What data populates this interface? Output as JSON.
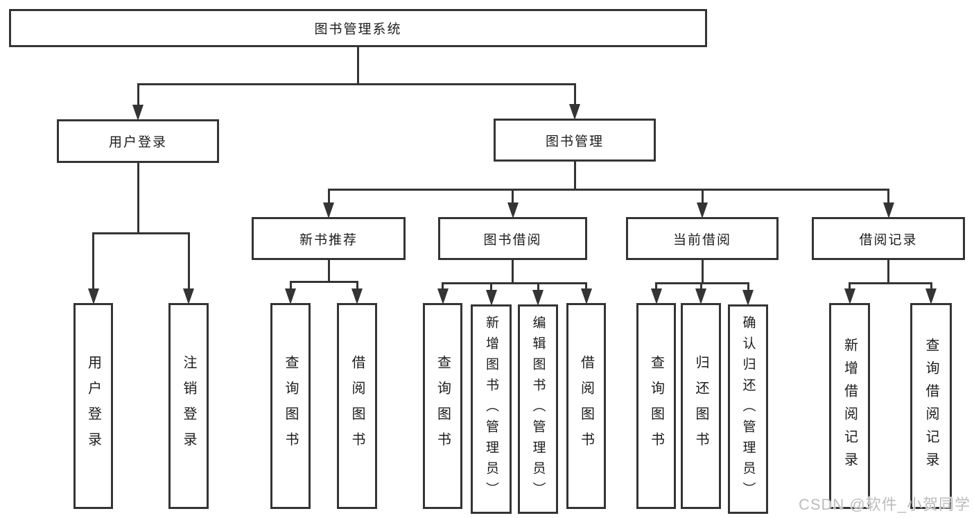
{
  "diagram": {
    "title": "图书管理系统",
    "colors": {
      "line": "#343434",
      "box_border": "#343434",
      "text": "#1c1c1c",
      "background": "#ffffff",
      "watermark": "#bcbcbc"
    },
    "nodes": [
      {
        "id": "root",
        "label": "图书管理系统",
        "parent": null,
        "orientation": "horizontal"
      },
      {
        "id": "user-login",
        "label": "用户登录",
        "parent": "root",
        "orientation": "horizontal"
      },
      {
        "id": "book-mgmt",
        "label": "图书管理",
        "parent": "root",
        "orientation": "horizontal"
      },
      {
        "id": "new-book-rec",
        "label": "新书推荐",
        "parent": "book-mgmt",
        "orientation": "horizontal"
      },
      {
        "id": "book-borrow",
        "label": "图书借阅",
        "parent": "book-mgmt",
        "orientation": "horizontal"
      },
      {
        "id": "current-borrow",
        "label": "当前借阅",
        "parent": "book-mgmt",
        "orientation": "horizontal"
      },
      {
        "id": "borrow-record",
        "label": "借阅记录",
        "parent": "book-mgmt",
        "orientation": "horizontal"
      },
      {
        "id": "leaf-user-login",
        "label": "用户登录",
        "parent": "user-login",
        "orientation": "vertical"
      },
      {
        "id": "leaf-logout",
        "label": "注销登录",
        "parent": "user-login",
        "orientation": "vertical"
      },
      {
        "id": "rec-query-book",
        "label": "查询图书",
        "parent": "new-book-rec",
        "orientation": "vertical"
      },
      {
        "id": "rec-borrow-book",
        "label": "借阅图书",
        "parent": "new-book-rec",
        "orientation": "vertical"
      },
      {
        "id": "bb-query-book",
        "label": "查询图书",
        "parent": "book-borrow",
        "orientation": "vertical"
      },
      {
        "id": "bb-add-book",
        "label": "新增图书（管理员）",
        "parent": "book-borrow",
        "orientation": "vertical"
      },
      {
        "id": "bb-edit-book",
        "label": "编辑图书（管理员）",
        "parent": "book-borrow",
        "orientation": "vertical"
      },
      {
        "id": "bb-borrow-book",
        "label": "借阅图书",
        "parent": "book-borrow",
        "orientation": "vertical"
      },
      {
        "id": "cb-query-book",
        "label": "查询图书",
        "parent": "current-borrow",
        "orientation": "vertical"
      },
      {
        "id": "cb-return-book",
        "label": "归还图书",
        "parent": "current-borrow",
        "orientation": "vertical"
      },
      {
        "id": "cb-confirm-return",
        "label": "确认归还（管理员）",
        "parent": "current-borrow",
        "orientation": "vertical"
      },
      {
        "id": "br-add-record",
        "label": "新增借阅记录",
        "parent": "borrow-record",
        "orientation": "vertical"
      },
      {
        "id": "br-query-record",
        "label": "查询借阅记录",
        "parent": "borrow-record",
        "orientation": "vertical"
      }
    ]
  },
  "watermark": {
    "text": "CSDN @软件_小贺同学"
  }
}
